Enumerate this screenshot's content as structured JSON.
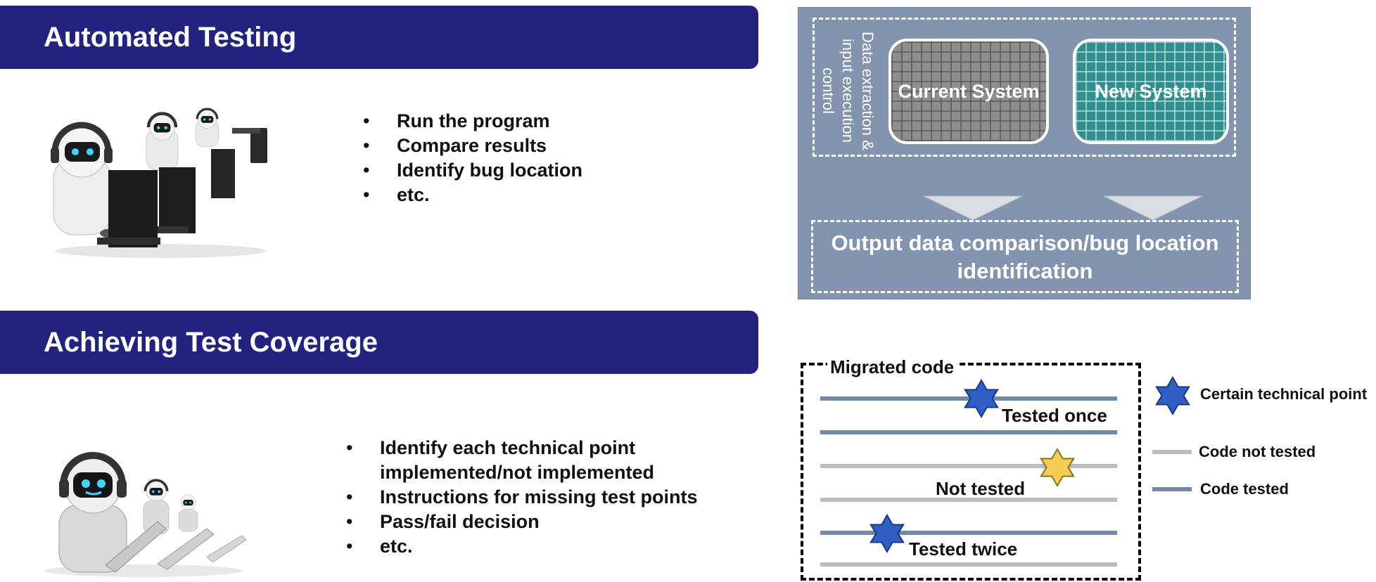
{
  "sections": {
    "automated": {
      "title": "Automated Testing",
      "bullets": [
        "Run the program",
        "Compare results",
        "Identify bug location",
        "etc."
      ]
    },
    "coverage": {
      "title": "Achieving Test Coverage",
      "bullets": [
        "Identify each technical point implemented/not implemented",
        "Instructions for missing test points",
        "Pass/fail decision",
        "etc."
      ]
    }
  },
  "system_diagram": {
    "side_label": "Data extraction & input execution control",
    "current_system": "Current System",
    "new_system": "New System",
    "output": "Output data comparison/bug location identification"
  },
  "coverage_diagram": {
    "box_title": "Migrated code",
    "labels": {
      "tested_once": "Tested once",
      "not_tested": "Not tested",
      "tested_twice": "Tested twice"
    }
  },
  "legend": {
    "technical_point": "Certain technical point",
    "not_tested": "Code not tested",
    "tested": "Code tested"
  },
  "colors": {
    "banner": "#22237f",
    "panel": "#8394ae",
    "code_tested": "#7388a6",
    "code_not_tested": "#bdbdbd",
    "star_blue": "#2f5ec4",
    "star_yellow": "#f6cd54"
  }
}
